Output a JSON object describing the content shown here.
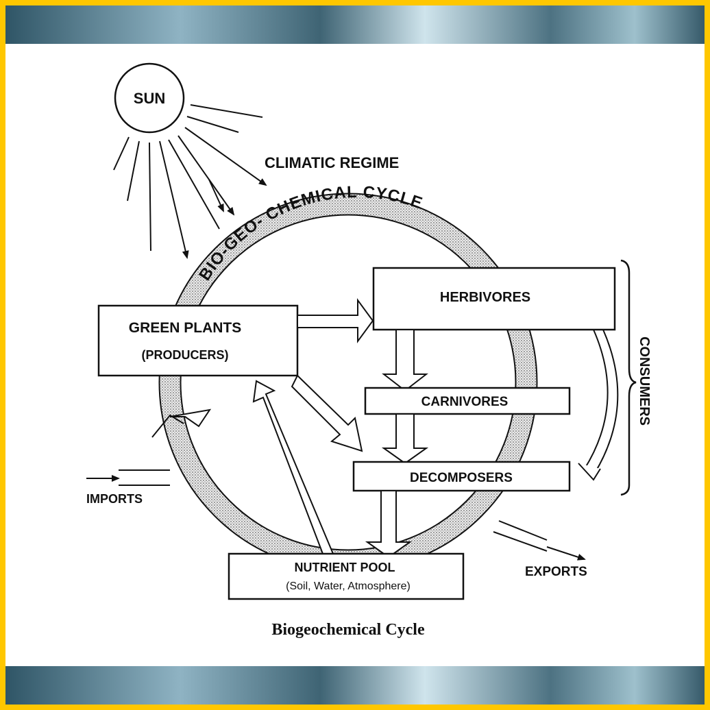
{
  "labels": {
    "sun": "SUN",
    "climatic_regime": "CLIMATIC REGIME",
    "cycle_arc": "BIO-GEO- CHEMICAL CYCLE",
    "green_plants": "GREEN PLANTS",
    "producers": "(PRODUCERS)",
    "herbivores": "HERBIVORES",
    "carnivores": "CARNIVORES",
    "decomposers": "DECOMPOSERS",
    "consumers": "CONSUMERS",
    "imports": "IMPORTS",
    "exports": "EXPORTS",
    "nutrient_pool": "NUTRIENT POOL",
    "nutrient_pool_sub": "(Soil, Water, Atmosphere)"
  },
  "caption": "Biogeochemical Cycle",
  "colors": {
    "frame_border": "#ffc700",
    "ink": "#111111",
    "ring_fill": "#d4d4d4"
  }
}
